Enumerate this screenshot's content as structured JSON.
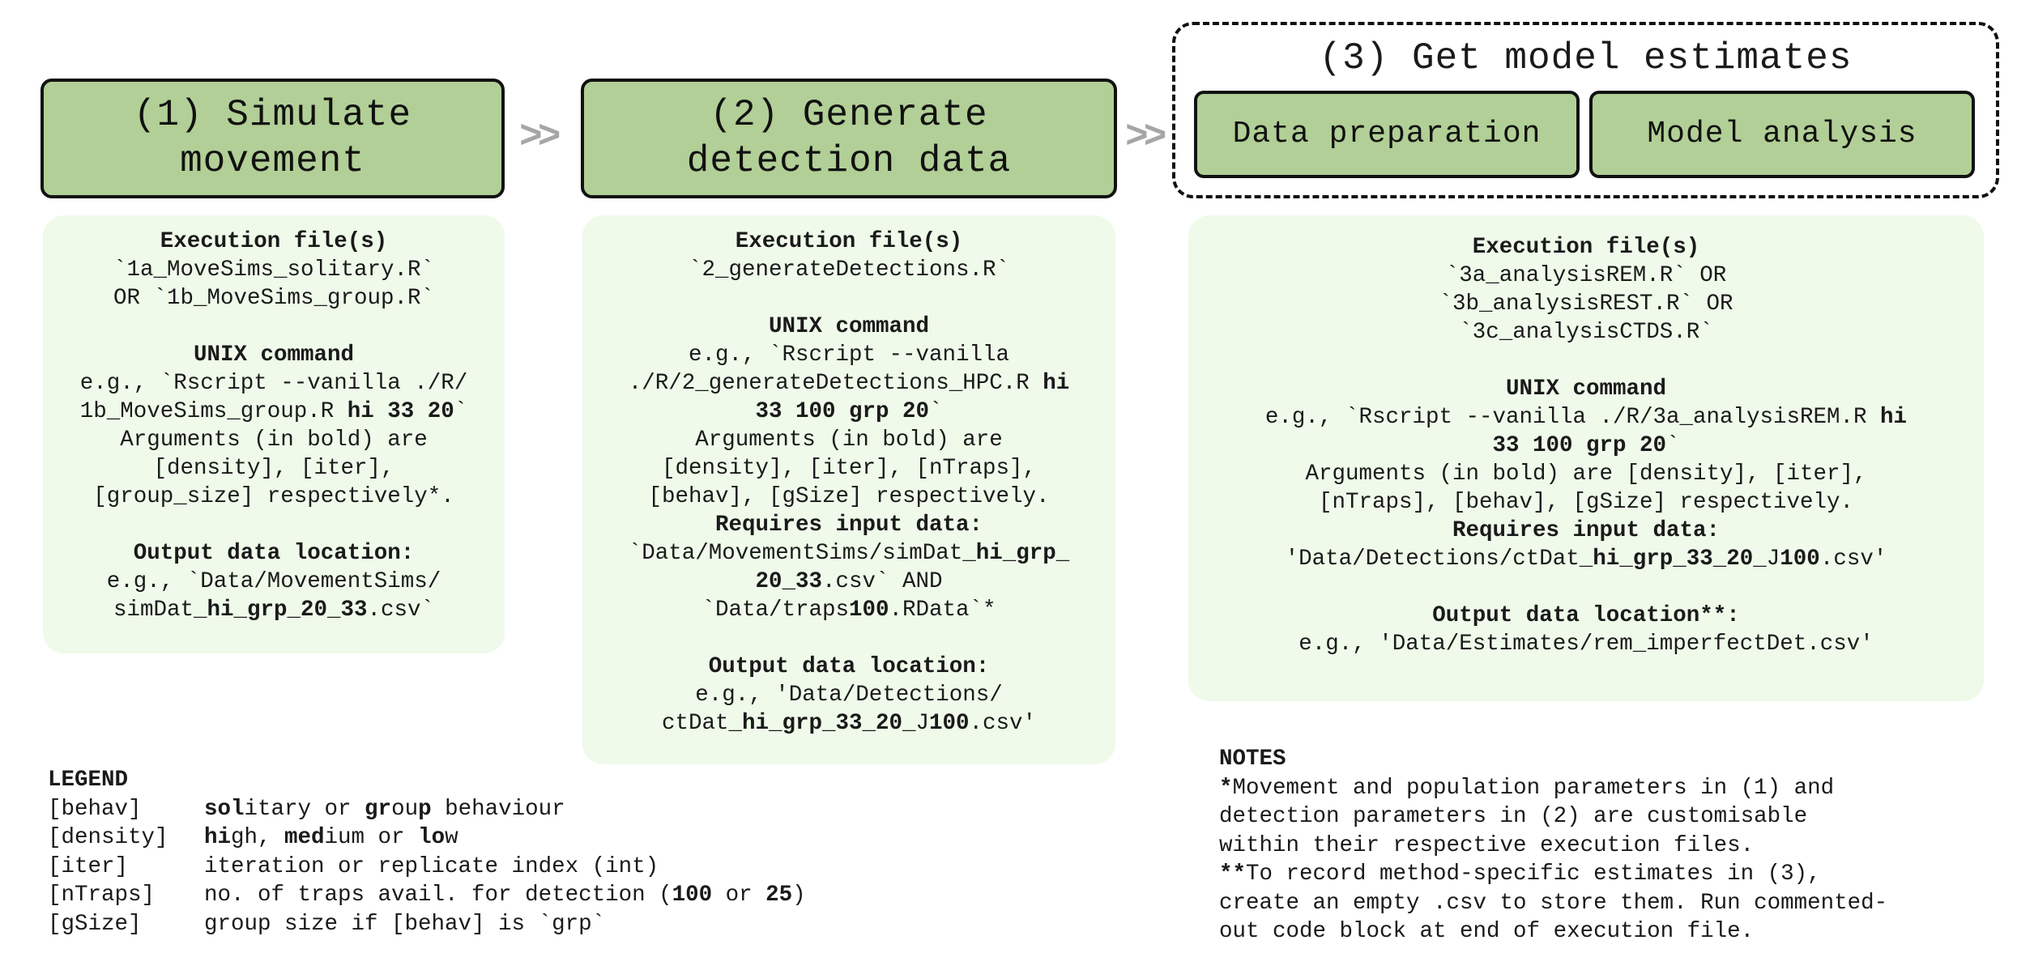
{
  "stages": [
    {
      "title": "(1) Simulate\nmovement"
    },
    {
      "title": "(2) Generate\ndetection data"
    },
    {
      "title": "(3) Get model estimates",
      "sub_boxes": [
        "Data preparation",
        "Model analysis"
      ]
    }
  ],
  "arrows": [
    ">>",
    ">>"
  ],
  "panels": [
    {
      "lines": [
        [
          {
            "t": "Execution file(s)",
            "b": true
          }
        ],
        [
          {
            "t": "`1a_MoveSims_solitary.R`"
          }
        ],
        [
          {
            "t": "OR `1b_MoveSims_group.R`"
          }
        ],
        [],
        [
          {
            "t": "UNIX command",
            "b": true
          }
        ],
        [
          {
            "t": "e.g., `Rscript --vanilla ./R/"
          }
        ],
        [
          {
            "t": "1b_MoveSims_group.R "
          },
          {
            "t": "hi 33 20",
            "b": true
          },
          {
            "t": "`"
          }
        ],
        [
          {
            "t": "Arguments (in bold) are"
          }
        ],
        [
          {
            "t": "[density], [iter],"
          }
        ],
        [
          {
            "t": "[group_size] respectively*."
          }
        ],
        [],
        [
          {
            "t": "Output data location:",
            "b": true
          }
        ],
        [
          {
            "t": "e.g., `Data/MovementSims/"
          }
        ],
        [
          {
            "t": "simDat_"
          },
          {
            "t": "hi_grp_20_33",
            "b": true
          },
          {
            "t": ".csv`"
          }
        ]
      ]
    },
    {
      "lines": [
        [
          {
            "t": "Execution file(s)",
            "b": true
          }
        ],
        [
          {
            "t": "`2_generateDetections.R`"
          }
        ],
        [],
        [
          {
            "t": "UNIX command",
            "b": true
          }
        ],
        [
          {
            "t": "e.g., `Rscript --vanilla"
          }
        ],
        [
          {
            "t": "./R/2_generateDetections_HPC.R "
          },
          {
            "t": "hi",
            "b": true
          }
        ],
        [
          {
            "t": "33 100 grp 20",
            "b": true
          },
          {
            "t": "`"
          }
        ],
        [
          {
            "t": "Arguments (in bold) are"
          }
        ],
        [
          {
            "t": "[density], [iter], [nTraps],"
          }
        ],
        [
          {
            "t": "[behav], [gSize] respectively."
          }
        ],
        [
          {
            "t": "Requires input data:",
            "b": true
          }
        ],
        [
          {
            "t": "`Data/MovementSims/simDat_"
          },
          {
            "t": "hi_grp_",
            "b": true
          }
        ],
        [
          {
            "t": "20_33",
            "b": true
          },
          {
            "t": ".csv` AND"
          }
        ],
        [
          {
            "t": "`Data/traps"
          },
          {
            "t": "100",
            "b": true
          },
          {
            "t": ".RData`*"
          }
        ],
        [],
        [
          {
            "t": "Output data location:",
            "b": true
          }
        ],
        [
          {
            "t": "e.g., 'Data/Detections/"
          }
        ],
        [
          {
            "t": "ctDat_"
          },
          {
            "t": "hi_grp_33_20_",
            "b": true
          },
          {
            "t": "J"
          },
          {
            "t": "100",
            "b": true
          },
          {
            "t": ".csv'"
          }
        ]
      ]
    },
    {
      "lines": [
        [
          {
            "t": "Execution file(s)",
            "b": true
          }
        ],
        [
          {
            "t": "`3a_analysisREM.R` OR"
          }
        ],
        [
          {
            "t": "`3b_analysisREST.R` OR"
          }
        ],
        [
          {
            "t": "`3c_analysisCTDS.R`"
          }
        ],
        [],
        [
          {
            "t": "UNIX command",
            "b": true
          }
        ],
        [
          {
            "t": "e.g., `Rscript --vanilla ./R/3a_analysisREM.R "
          },
          {
            "t": "hi",
            "b": true
          }
        ],
        [
          {
            "t": "33 100 grp 20",
            "b": true
          },
          {
            "t": "`"
          }
        ],
        [
          {
            "t": "Arguments (in bold) are [density], [iter],"
          }
        ],
        [
          {
            "t": "[nTraps], [behav], [gSize] respectively."
          }
        ],
        [
          {
            "t": "Requires input data:",
            "b": true
          }
        ],
        [
          {
            "t": "'Data/Detections/ctDat_"
          },
          {
            "t": "hi_grp_33_20_",
            "b": true
          },
          {
            "t": "J"
          },
          {
            "t": "100",
            "b": true
          },
          {
            "t": ".csv'"
          }
        ],
        [],
        [
          {
            "t": "Output data location**:",
            "b": true
          }
        ],
        [
          {
            "t": "e.g., 'Data/Estimates/rem_imperfectDet.csv'"
          }
        ]
      ]
    }
  ],
  "legend": {
    "heading": "LEGEND",
    "rows": [
      {
        "key": "[behav]",
        "desc": [
          {
            "t": "sol",
            "b": true
          },
          {
            "t": "itary or "
          },
          {
            "t": "gr",
            "b": true
          },
          {
            "t": "ou"
          },
          {
            "t": "p",
            "b": true
          },
          {
            "t": " behaviour"
          }
        ]
      },
      {
        "key": "[density]",
        "desc": [
          {
            "t": "hi",
            "b": true
          },
          {
            "t": "gh, "
          },
          {
            "t": "med",
            "b": true
          },
          {
            "t": "ium or "
          },
          {
            "t": "lo",
            "b": true
          },
          {
            "t": "w"
          }
        ]
      },
      {
        "key": "[iter]",
        "desc": [
          {
            "t": "iteration or replicate index (int)"
          }
        ]
      },
      {
        "key": "[nTraps]",
        "desc": [
          {
            "t": "no. of traps avail. for detection ("
          },
          {
            "t": "100",
            "b": true
          },
          {
            "t": " or "
          },
          {
            "t": "25",
            "b": true
          },
          {
            "t": ")"
          }
        ]
      },
      {
        "key": "[gSize]",
        "desc": [
          {
            "t": "group size if [behav] is `grp`"
          }
        ]
      }
    ]
  },
  "notes": {
    "heading": "NOTES",
    "lines": [
      [
        {
          "t": "*",
          "b": true
        },
        {
          "t": "Movement and population parameters in (1) and"
        }
      ],
      [
        {
          "t": "detection parameters in (2) are customisable"
        }
      ],
      [
        {
          "t": "within their respective execution files."
        }
      ],
      [
        {
          "t": "**",
          "b": true
        },
        {
          "t": "To record method-specific estimates in (3),"
        }
      ],
      [
        {
          "t": "create an empty .csv to store them. Run commented-"
        }
      ],
      [
        {
          "t": "out code block at end of execution file."
        }
      ]
    ]
  }
}
